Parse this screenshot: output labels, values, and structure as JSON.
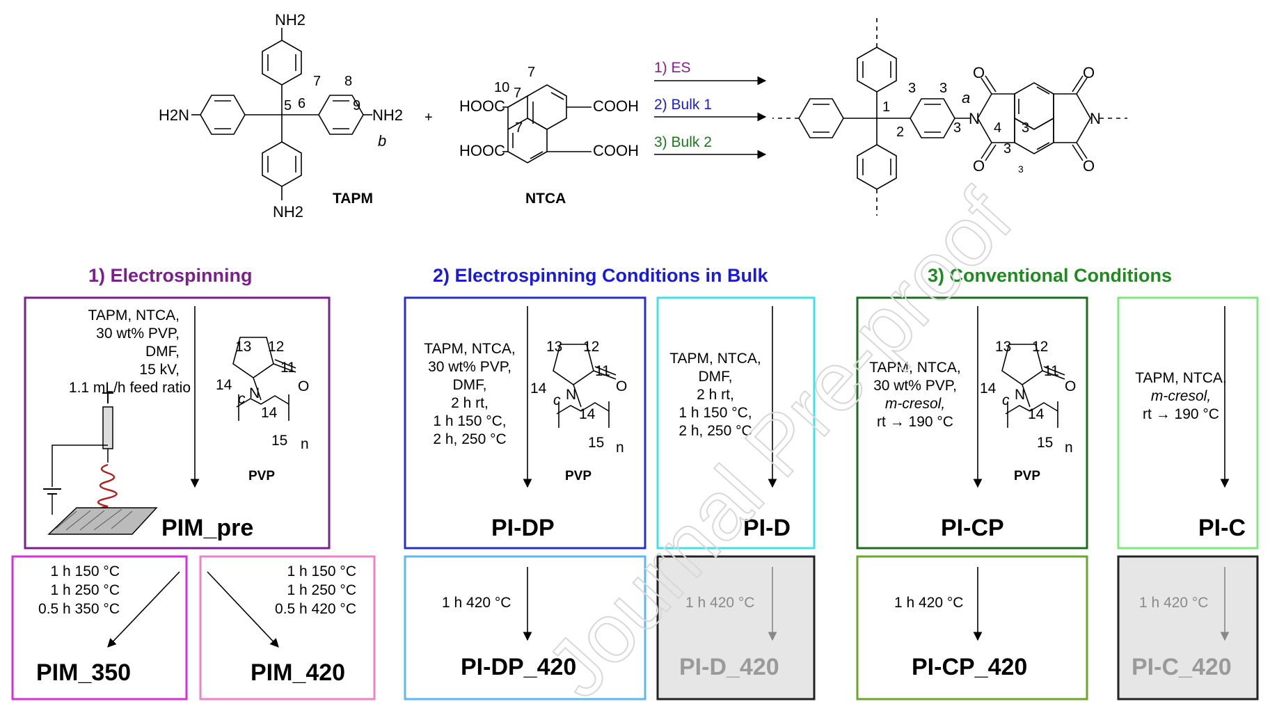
{
  "scheme": {
    "tapm": {
      "name": "TAPM",
      "nh2": "NH2",
      "h2n": "H2N",
      "b": "b",
      "num5": "5",
      "num6": "6",
      "num7": "7",
      "num8": "8",
      "num9": "9"
    },
    "plus": "+",
    "ntca": {
      "name": "NTCA",
      "hooc": "HOOC",
      "cooh": "COOH",
      "num7": "7",
      "num10": "10"
    },
    "routes": [
      {
        "label": "1) ES",
        "color": "#8b1a8b"
      },
      {
        "label": "2) Bulk 1",
        "color": "#1a1adb"
      },
      {
        "label": "3) Bulk 2",
        "color": "#1a7a1a"
      }
    ],
    "product": {
      "a": "a",
      "n": "N",
      "o": "O",
      "n1": "1",
      "n2": "2",
      "n3": "3",
      "n4": "4"
    }
  },
  "panels": {
    "electrospinning": {
      "heading": "1) Electrospinning",
      "color": "#7b1f8c",
      "conditions": [
        "TAPM, NTCA,",
        "30 wt% PVP,",
        "DMF,",
        "15 kV,",
        "1.1 mL/h feed ratio"
      ],
      "product": "PIM_pre",
      "sub1": {
        "conditions": [
          "1 h 150 °C",
          "1 h 250 °C",
          "0.5 h 350 °C"
        ],
        "product": "PIM_350",
        "border": "#d62fd6"
      },
      "sub2": {
        "conditions": [
          "1 h 150 °C",
          "1 h 250 °C",
          "0.5 h 420 °C"
        ],
        "product": "PIM_420",
        "border": "#ee82c8"
      }
    },
    "bulk": {
      "heading": "2) Electrospinning Conditions in Bulk",
      "color": "#1a1adb",
      "dp": {
        "conditions": [
          "TAPM, NTCA,",
          "30 wt% PVP,",
          "DMF,",
          "2 h rt,",
          "1 h 150 °C,",
          "2 h, 250 °C"
        ],
        "product": "PI-DP",
        "border": "#2b2bd6"
      },
      "d": {
        "conditions": [
          "TAPM, NTCA,",
          "DMF,",
          "2 h rt,",
          "1 h 150 °C,",
          "2 h, 250 °C"
        ],
        "product": "PI-D",
        "border": "#40e0e8"
      },
      "dp420": {
        "condition": "1 h 420 °C",
        "product": "PI-DP_420",
        "border": "#5cb8ee"
      },
      "d420": {
        "condition": "1 h 420 °C",
        "product": "PI-D_420",
        "border": "#222222"
      }
    },
    "conventional": {
      "heading": "3) Conventional Conditions",
      "color": "#1f8a1f",
      "cp": {
        "conditions": [
          "TAPM, NTCA,",
          "30 wt% PVP,",
          "m-cresol,",
          "rt → 190 °C"
        ],
        "product": "PI-CP",
        "border": "#1d6b1d"
      },
      "c": {
        "conditions": [
          "TAPM, NTCA,",
          "m-cresol,",
          "rt → 190 °C"
        ],
        "product": "PI-C",
        "border": "#7ee87e"
      },
      "cp420": {
        "condition": "1 h 420 °C",
        "product": "PI-CP_420",
        "border": "#6aa62a"
      },
      "c420": {
        "condition": "1 h 420 °C",
        "product": "PI-C_420",
        "border": "#222222"
      }
    }
  },
  "pvp": {
    "label": "PVP",
    "n11": "11",
    "n12": "12",
    "n13": "13",
    "n14": "14",
    "n15": "15",
    "c": "c",
    "n": "n",
    "o": "O",
    "N": "N"
  },
  "watermark": "Journal Pre-proof"
}
